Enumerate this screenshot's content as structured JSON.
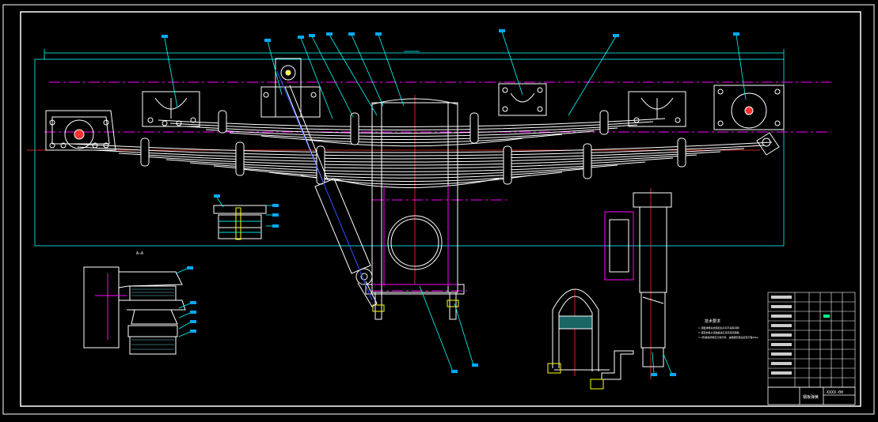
{
  "drawing": {
    "background": "#000000",
    "colors": {
      "outline": "#ffffff",
      "leader": "#00ffff",
      "centerline": "#ff00ff",
      "axis": "#ff3030",
      "section": "#00e0e0",
      "hatch": "#66cccc",
      "balloon": "#00aaff",
      "bolt": "#ffff00",
      "blue": "#3050ff"
    },
    "note_title": "技术要求",
    "notes": [
      "1.钢板弹簧总成装配后片间不得有间隙",
      "2.装配前各片接触面涂石墨钙基润滑脂",
      "3.U形螺栓按规定力矩拧紧，减振器安装后检查行程20mm"
    ],
    "section_label": "A—A",
    "title_block": {
      "drawing_name": "钢板弹簧",
      "drawing_no": "XXXX-00"
    }
  }
}
